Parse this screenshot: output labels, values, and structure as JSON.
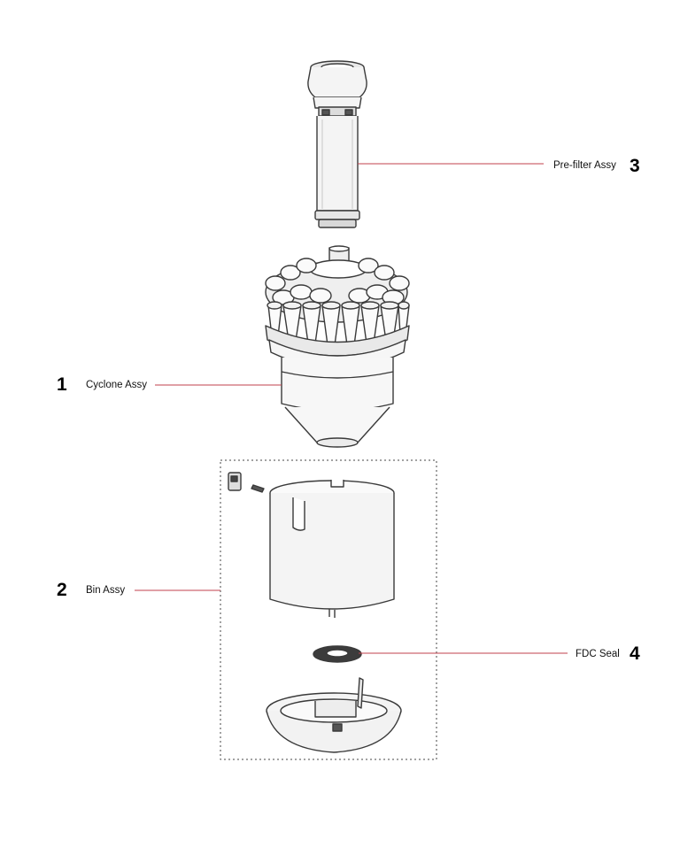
{
  "parts": [
    {
      "number": "3",
      "name": "Pre-filter Assy"
    },
    {
      "number": "1",
      "name": "Cyclone Assy"
    },
    {
      "number": "2",
      "name": "Bin Assy"
    },
    {
      "number": "4",
      "name": "FDC Seal"
    }
  ],
  "colors": {
    "leader": "#c0404c",
    "outline": "#3a3a3a",
    "fill": "#f4f4f4"
  }
}
